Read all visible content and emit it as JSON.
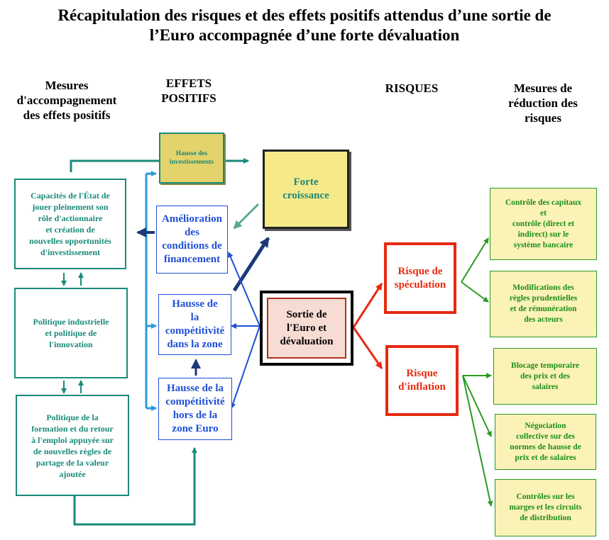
{
  "title": {
    "line1": "Récapitulation des risques et des effets positifs attendus d’une sortie de",
    "line2": "l’Euro accompagnée d’une forte dévaluation"
  },
  "headers": {
    "mesures_accompagnement": [
      "Mesures",
      "d'accompagnement",
      "des effets positifs"
    ],
    "effets_positifs": [
      "EFFETS",
      "POSITIFS"
    ],
    "risques": [
      "RISQUES"
    ],
    "mesures_reduction": [
      "Mesures de",
      "réduction des",
      "risques"
    ]
  },
  "left_boxes": {
    "capacites_etat": [
      "Capacités de l'État de",
      "jouer pleinement son",
      "rôle d'actionnaire",
      "et création de",
      "nouvelles opportunités",
      "d'investissement"
    ],
    "politique_industrielle": [
      "Politique industrielle",
      "et politique de",
      "l'innovation"
    ],
    "politique_formation": [
      "Politique de la",
      "formation et du retour",
      "à l'emploi appuyée sur",
      "de nouvelles règles de",
      "partage de la valeur",
      "ajoutée"
    ]
  },
  "positive_effects": {
    "hausse_investissements": [
      "Hausse des",
      "investissements"
    ],
    "amelioration_financement": [
      "Amélioration",
      "des",
      "conditions de",
      "financement"
    ],
    "competitivite_zone": [
      "Hausse de",
      "la",
      "compétitivité",
      "dans la zone"
    ],
    "competitivite_hors_zone": [
      "Hausse de la",
      "compétitivité",
      "hors de la",
      "zone Euro"
    ]
  },
  "center": {
    "forte_croissance": [
      "Forte",
      "croissance"
    ],
    "sortie_euro": [
      "Sortie de",
      "l'Euro et",
      "dévaluation"
    ]
  },
  "risks": {
    "speculation": [
      "Risque de",
      "spéculation"
    ],
    "inflation": [
      "Risque",
      "d'inflation"
    ]
  },
  "risk_measures": {
    "controle_capitaux": [
      "Contrôle des capitaux",
      "et",
      "contrôle (direct et",
      "indirect) sur le",
      "système bancaire"
    ],
    "regles_prudentielles": [
      "Modifications des",
      "règles prudentielles",
      "et de rémunération",
      "des acteurs"
    ],
    "blocage_prix": [
      "Blocage temporaire",
      "des prix et des",
      "salaires"
    ],
    "negociation_collective": [
      "Négociation",
      "collective sur des",
      "normes de hausse de",
      "prix et de salaires"
    ],
    "controles_marges": [
      "Contrôles sur les",
      "marges et les circuits",
      "de distribution"
    ]
  },
  "colors": {
    "teal": "#1a8a7a",
    "blue": "#1f4fd6",
    "light_blue": "#2a9ad8",
    "navy": "#1c3a7a",
    "red": "#e62a10",
    "green": "#2a9a22",
    "yellow_fill": "#f5e98a",
    "olive_fill": "#e3d36a"
  }
}
